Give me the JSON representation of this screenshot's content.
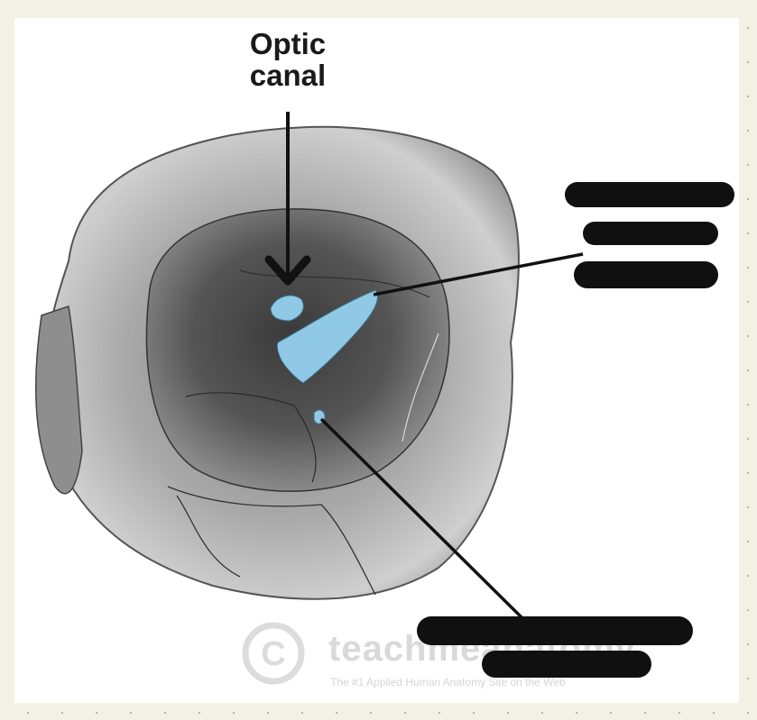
{
  "labels": {
    "optic_canal_line1": "Optic",
    "optic_canal_line2": "canal"
  },
  "watermark": {
    "brand": "teachmeanatomy",
    "tagline": "The #1 Applied Human Anatomy Site on the Web",
    "symbol": "copyright-icon"
  },
  "colors": {
    "highlight": "#8fc9e6",
    "background": "#f3f1e6",
    "redaction": "#101010"
  }
}
